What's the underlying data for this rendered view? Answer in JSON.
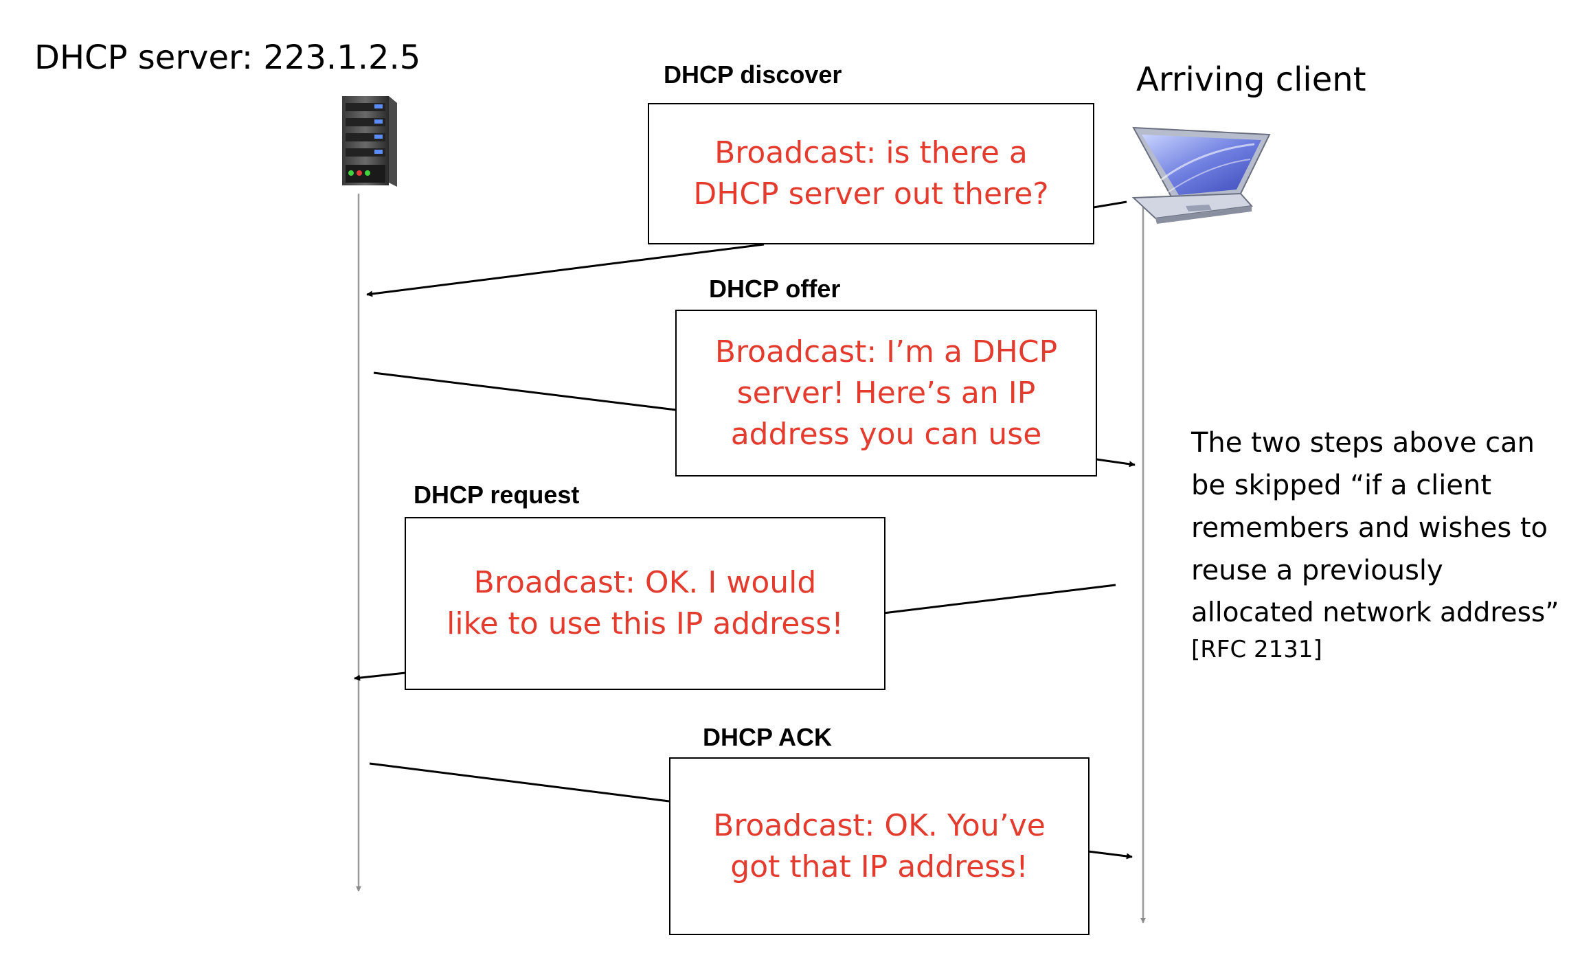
{
  "server": {
    "title": "DHCP server: 223.1.2.5",
    "icon": "server-icon"
  },
  "client": {
    "title": "Arriving client",
    "icon": "laptop-icon"
  },
  "messages": [
    {
      "label": "DHCP discover",
      "text": [
        "Broadcast: is there a",
        "DHCP server out there?"
      ],
      "direction": "client-to-server"
    },
    {
      "label": "DHCP offer",
      "text": [
        "Broadcast: I’m a DHCP",
        "server! Here’s an IP",
        "address you can use"
      ],
      "direction": "server-to-client"
    },
    {
      "label": "DHCP request",
      "text": [
        "Broadcast: OK.  I would",
        "like to use this IP address!"
      ],
      "direction": "client-to-server"
    },
    {
      "label": "DHCP ACK",
      "text": [
        "Broadcast: OK.  You’ve",
        "got that IP address!"
      ],
      "direction": "server-to-client"
    }
  ],
  "note": {
    "lines": [
      "The two steps above can",
      "be skipped “if a client",
      "remembers and wishes to",
      "reuse a previously",
      "allocated network address”"
    ],
    "citation": "[RFC 2131]"
  },
  "colors": {
    "message_text": "#e33b2d",
    "timeline": "#9a9a9a",
    "lines": "#000000"
  }
}
